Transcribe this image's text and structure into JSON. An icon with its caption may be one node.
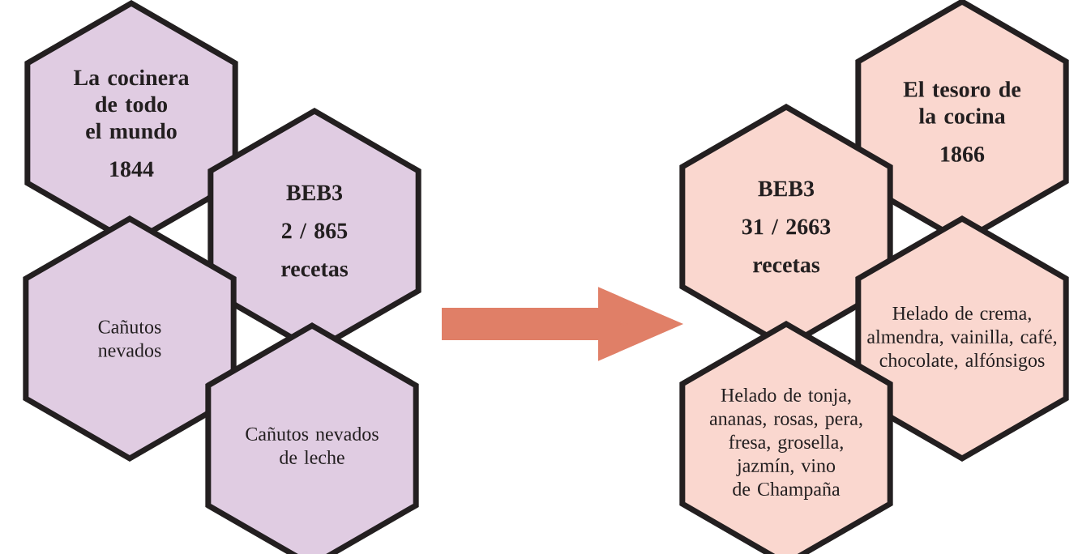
{
  "diagram": {
    "nodes": [
      {
        "text": [
          "La cocinera de todo el mundo",
          "1844"
        ]
      },
      {
        "text": [
          "BEB3",
          "2 / 865",
          "recetas"
        ]
      },
      {
        "text": [
          "Cañutos nevados"
        ]
      },
      {
        "text": [
          "Cañutos nevados de leche"
        ]
      },
      {
        "text": [
          "El tesoro de la cocina",
          "1866"
        ]
      },
      {
        "text": [
          "BEB3",
          "31 / 2663",
          "recetas"
        ]
      },
      {
        "text": [
          "Helado de crema, almendra, vainilla, café, chocolate, alfónsigos"
        ]
      },
      {
        "text": [
          "Helado de tonja, ananas, rosas, pera, fresa, grosella, jazmín, vino de Champaña"
        ]
      }
    ],
    "edges": [
      {
        "from": 1,
        "to": 5,
        "arrow": "to"
      }
    ]
  }
}
